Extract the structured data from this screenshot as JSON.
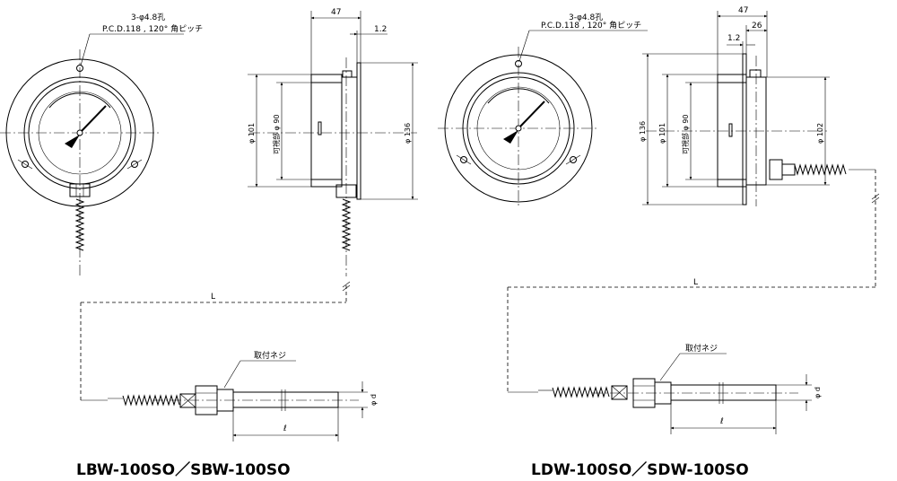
{
  "left": {
    "hole_note": "3-φ4.8孔",
    "pcd_note": "P.C.D.118 , 120° 角ピッチ",
    "dim_47": "47",
    "dim_1_2": "1.2",
    "dim_101": "φ 101",
    "dim_view90": "可視部 φ 90",
    "dim_136": "φ 136",
    "dim_L": "L",
    "thread_label": "取付ネジ",
    "dim_d": "φ d",
    "dim_l": "ℓ",
    "title": "LBW-100SO／SBW-100SO"
  },
  "right": {
    "hole_note": "3-φ4.8孔",
    "pcd_note": "P.C.D.118 , 120° 角ピッチ",
    "dim_47": "47",
    "dim_26": "26",
    "dim_1_2": "1.2",
    "dim_136": "φ 136",
    "dim_101": "φ 101",
    "dim_view90": "可視部 φ 90",
    "dim_102": "φ 102",
    "dim_L": "L",
    "thread_label": "取付ネジ",
    "dim_d": "φ d",
    "dim_l": "ℓ",
    "title": "LDW-100SO／SDW-100SO"
  }
}
